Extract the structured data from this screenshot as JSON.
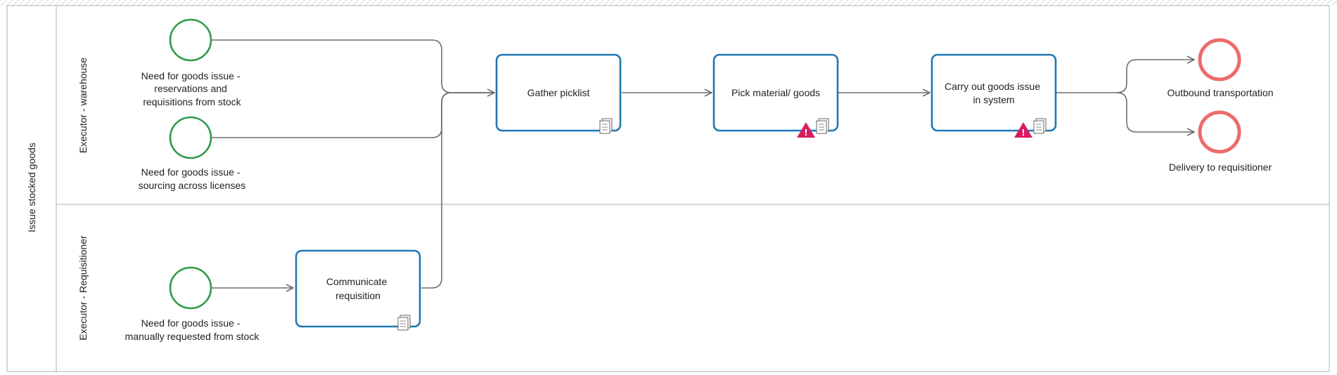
{
  "pool": {
    "label": "Issue stocked goods"
  },
  "lanes": [
    {
      "label": "Executor  - warehouse"
    },
    {
      "label": "Executor - Requisitioner"
    }
  ],
  "start_events": [
    {
      "label_lines": [
        "Need for goods issue -",
        "reservations and",
        "requisitions from stock"
      ]
    },
    {
      "label_lines": [
        "Need for goods issue -",
        "sourcing across licenses"
      ]
    },
    {
      "label_lines": [
        "Need for goods issue -",
        "manually requested from stock"
      ]
    }
  ],
  "tasks": [
    {
      "label_lines": [
        "Gather picklist"
      ],
      "has_warning": false
    },
    {
      "label_lines": [
        "Pick material/ goods"
      ],
      "has_warning": true
    },
    {
      "label_lines": [
        "Carry out goods issue",
        "in system"
      ],
      "has_warning": true
    },
    {
      "label_lines": [
        "Communicate",
        "requisition"
      ],
      "has_warning": false
    }
  ],
  "end_events": [
    {
      "label_lines": [
        "Outbound transportation"
      ]
    },
    {
      "label_lines": [
        "Delivery to requisitioner"
      ]
    }
  ],
  "icons": {
    "document": "document-icon",
    "warning": "warning-icon"
  },
  "colors": {
    "start_event": "#2e9a4a",
    "end_event": "#ee6b6b",
    "task_border": "#1f78b4",
    "warning": "#d81b60",
    "flow": "#6e6e6e"
  }
}
